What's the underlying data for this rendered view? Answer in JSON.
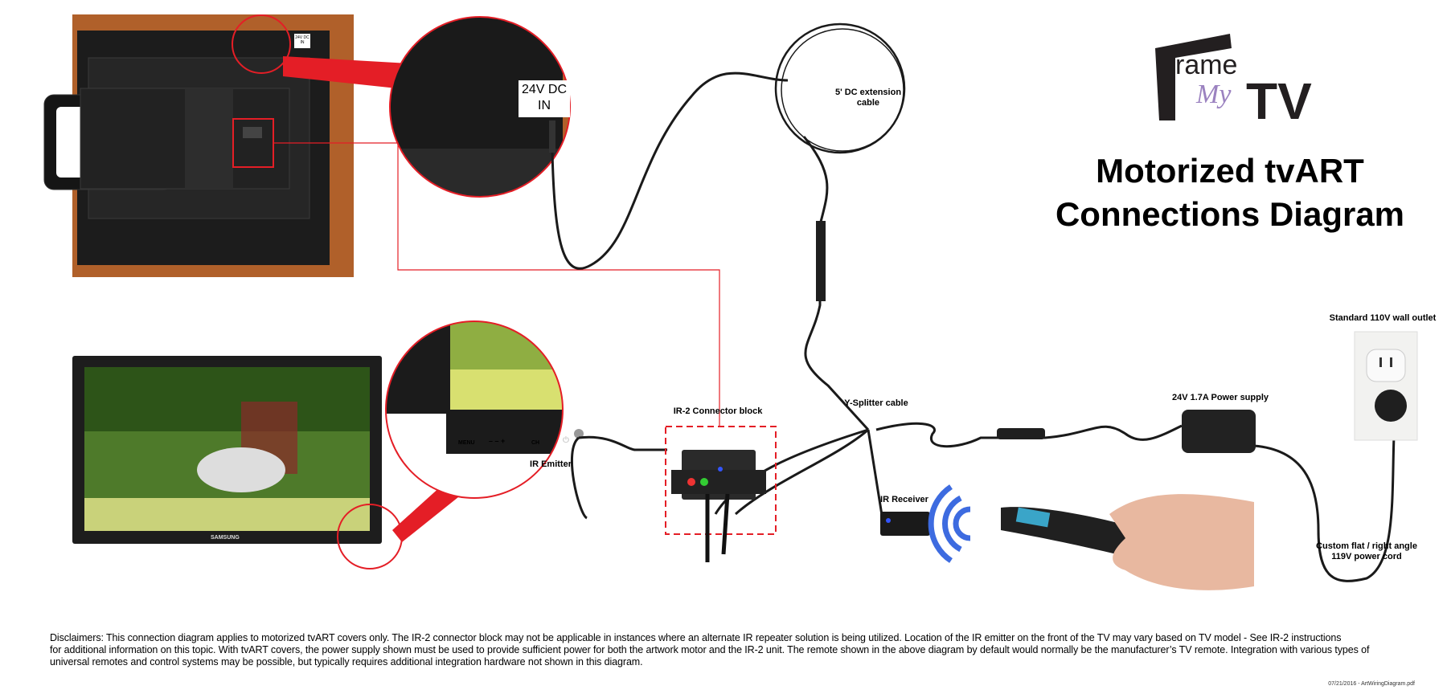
{
  "title": {
    "line1": "Motorized tvART",
    "line2": "Connections Diagram"
  },
  "logo": {
    "text_frame": "Frame",
    "text_my": "My",
    "text_tv": "TV",
    "colors": {
      "dark": "#231f20",
      "purple": "#9b82c0"
    }
  },
  "callouts": {
    "dc_in": "24V DC IN",
    "dc_in_line1": "24V DC",
    "dc_in_line2": "IN"
  },
  "tv_buttons": {
    "menu": "MENU",
    "vol": "– – +",
    "ch": "CH",
    "power": "⏻",
    "brand": "SAMSUNG"
  },
  "labels": {
    "dc_extension": "5' DC extension cable",
    "dc_extension_l1": "5' DC extension",
    "dc_extension_l2": "cable",
    "y_splitter": "Y-Splitter cable",
    "ir2_block": "IR-2 Connector block",
    "ir_emitter": "IR Emitter",
    "ir_receiver": "IR Receiver",
    "power_supply": "24V 1.7A Power supply",
    "wall_outlet": "Standard 110V wall outlet",
    "power_cord_l1": "Custom flat / right angle",
    "power_cord_l2": "119V power cord"
  },
  "disclaimer": {
    "line1": "Disclaimers:  This connection diagram applies to motorized tvART covers only. The IR-2 connector block may not be applicable in instances where an alternate IR repeater solution is being utilized. Location of the IR emitter on the front of the TV may vary based on TV model - See IR-2 instructions",
    "line2": "for additional information on this topic. With tvART covers, the power supply shown must be used to provide sufficient power for both the artwork motor and the IR-2 unit. The remote shown in the above diagram by default would normally be the manufacturer’s TV remote. Integration with various types of",
    "line3": "universal remotes and control systems may be possible, but typically requires additional integration hardware not shown in this diagram."
  },
  "footer": "07/21/2016 - ArtWiringDiagram.pdf",
  "colors": {
    "callout_red": "#e41e26",
    "ir_wave_blue": "#3d6be0",
    "wood": "#b0602a"
  }
}
